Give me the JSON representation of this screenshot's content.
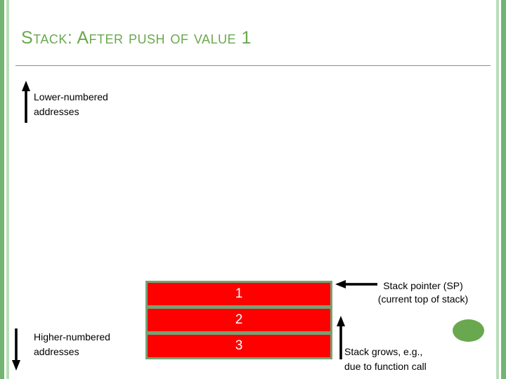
{
  "slide": {
    "title": "Stack: After push of value 1",
    "labels": {
      "lower_addresses": "Lower-numbered addresses",
      "higher_addresses": "Higher-numbered addresses",
      "stack_pointer": "Stack pointer (SP)\n(current top of stack)",
      "stack_pointer_line1": "Stack pointer (SP)",
      "stack_pointer_line2": "(current top of stack)",
      "stack_growth_line1": "Stack grows, e.g.,",
      "stack_growth_line2": "due to function call"
    },
    "stack_cells": [
      {
        "value": "1"
      },
      {
        "value": "2"
      },
      {
        "value": "3"
      }
    ],
    "colors": {
      "accent_green": "#6aa84f",
      "cell_red": "#fe0000",
      "cell_border_green": "#75a375",
      "cell_text": "#ffffff"
    },
    "icons": {
      "arrow_up": "arrow-up-icon",
      "arrow_down": "arrow-down-icon",
      "arrow_left": "arrow-left-icon",
      "arrow_up_grow": "arrow-up-icon"
    }
  }
}
